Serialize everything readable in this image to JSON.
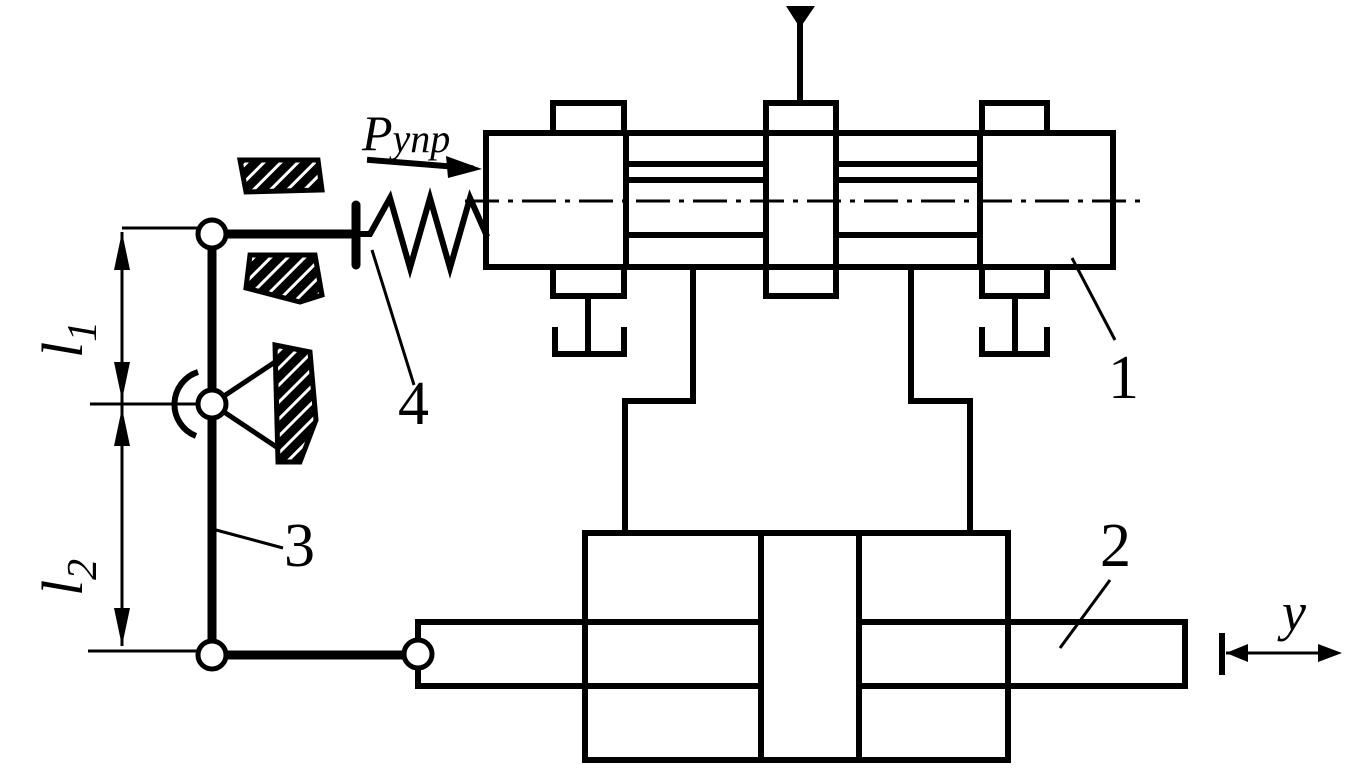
{
  "labels": {
    "force": "P",
    "force_sub": "упр",
    "spool": "1",
    "piston": "2",
    "lever": "3",
    "spring": "4",
    "l1": "l",
    "l1_sub": "1",
    "l2": "l",
    "l2_sub": "2",
    "y": "y"
  }
}
